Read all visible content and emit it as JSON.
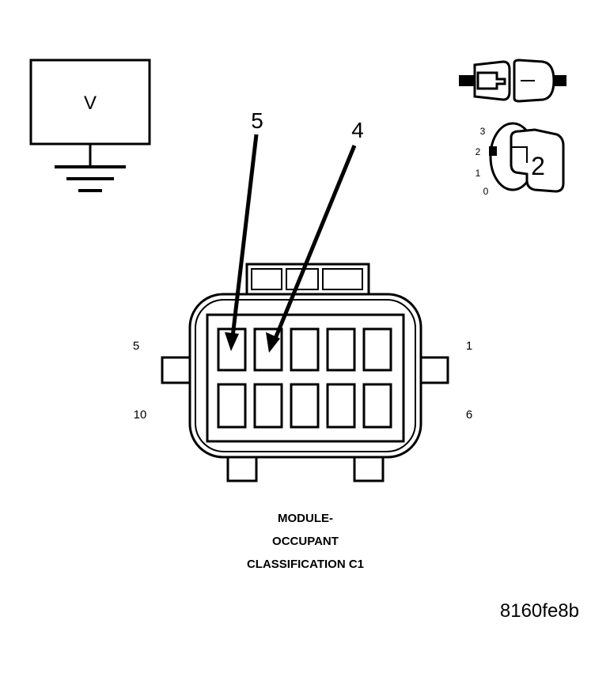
{
  "voltmeter": {
    "label": "V"
  },
  "callouts": {
    "arrow_a": "5",
    "arrow_b": "4"
  },
  "key": {
    "positions": [
      "3",
      "2",
      "1",
      "0"
    ],
    "selected": "2"
  },
  "cavity_numbers": {
    "top_left": "5",
    "top_right": "1",
    "bottom_left": "10",
    "bottom_right": "6"
  },
  "caption": {
    "line1": "MODULE-",
    "line2": "OCCUPANT",
    "line3": "CLASSIFICATION C1"
  },
  "figure_id": "8160fe8b",
  "colors": {
    "ink": "#000000",
    "paper": "#ffffff"
  }
}
